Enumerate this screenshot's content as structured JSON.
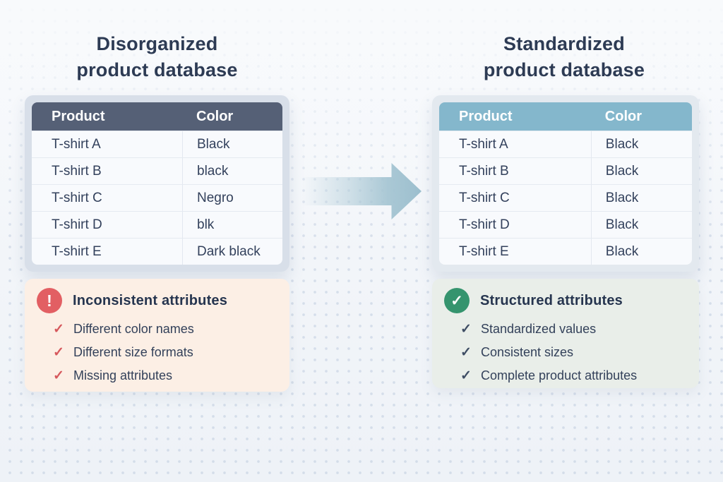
{
  "left": {
    "title_line1": "Disorganized",
    "title_line2": "product database",
    "table": {
      "headers": [
        "Product",
        "Color"
      ],
      "rows": [
        [
          "T-shirt A",
          "Black"
        ],
        [
          "T-shirt B",
          "black"
        ],
        [
          "T-shirt C",
          "Negro"
        ],
        [
          "T-shirt D",
          "blk"
        ],
        [
          "T-shirt E",
          "Dark black"
        ]
      ]
    },
    "note": {
      "icon": "alert-exclamation-icon",
      "icon_glyph": "!",
      "heading": "Inconsistent attributes",
      "check_glyph": "✓",
      "items": [
        "Different color names",
        "Different size formats",
        "Missing attributes"
      ]
    }
  },
  "right": {
    "title_line1": "Standardized",
    "title_line2": "product database",
    "table": {
      "headers": [
        "Product",
        "Color"
      ],
      "rows": [
        [
          "T-shirt A",
          "Black"
        ],
        [
          "T-shirt B",
          "Black"
        ],
        [
          "T-shirt C",
          "Black"
        ],
        [
          "T-shirt D",
          "Black"
        ],
        [
          "T-shirt E",
          "Black"
        ]
      ]
    },
    "note": {
      "icon": "check-circle-icon",
      "icon_glyph": "✓",
      "heading": "Structured attributes",
      "check_glyph": "✓",
      "items": [
        "Standardized values",
        "Consistent sizes",
        "Complete product attributes"
      ]
    }
  },
  "colors": {
    "background": "#f2f5f9",
    "left_table_header": "#556076",
    "right_table_header": "#84b7cc",
    "alert_red": "#e25f63",
    "success_green": "#35946e",
    "red_check": "#d6585c",
    "dark_check": "#3e4d64",
    "arrow": "#9cbfce"
  }
}
